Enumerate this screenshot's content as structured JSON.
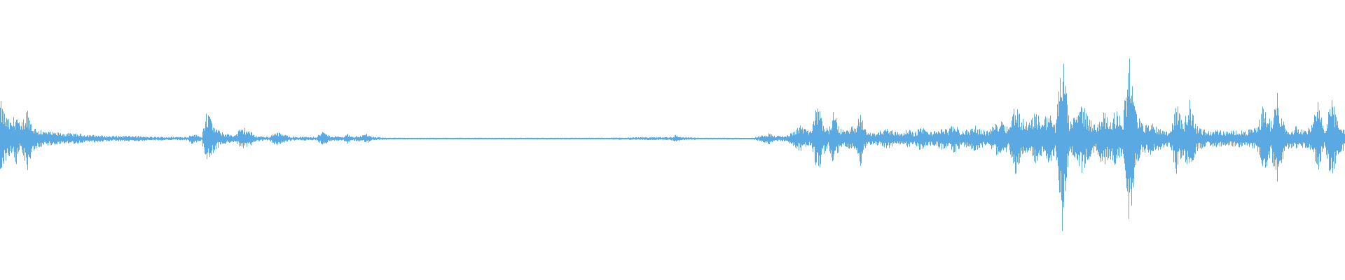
{
  "waveform": {
    "color": "#5aa9e3",
    "background": "#ffffff",
    "description_free": true,
    "amplitude_envelope": [
      [
        0.0,
        0.42
      ],
      [
        0.004,
        0.25
      ],
      [
        0.008,
        0.18
      ],
      [
        0.012,
        0.3
      ],
      [
        0.015,
        0.12
      ],
      [
        0.02,
        0.35
      ],
      [
        0.024,
        0.14
      ],
      [
        0.028,
        0.1
      ],
      [
        0.032,
        0.08
      ],
      [
        0.04,
        0.07
      ],
      [
        0.05,
        0.06
      ],
      [
        0.06,
        0.05
      ],
      [
        0.07,
        0.04
      ],
      [
        0.08,
        0.03
      ],
      [
        0.09,
        0.03
      ],
      [
        0.1,
        0.03
      ],
      [
        0.11,
        0.02
      ],
      [
        0.12,
        0.02
      ],
      [
        0.13,
        0.02
      ],
      [
        0.14,
        0.02
      ],
      [
        0.142,
        0.06
      ],
      [
        0.15,
        0.02
      ],
      [
        0.153,
        0.35
      ],
      [
        0.156,
        0.22
      ],
      [
        0.16,
        0.12
      ],
      [
        0.165,
        0.07
      ],
      [
        0.17,
        0.05
      ],
      [
        0.175,
        0.04
      ],
      [
        0.178,
        0.1
      ],
      [
        0.182,
        0.12
      ],
      [
        0.186,
        0.08
      ],
      [
        0.19,
        0.03
      ],
      [
        0.2,
        0.02
      ],
      [
        0.205,
        0.08
      ],
      [
        0.21,
        0.05
      ],
      [
        0.215,
        0.03
      ],
      [
        0.22,
        0.02
      ],
      [
        0.225,
        0.02
      ],
      [
        0.235,
        0.02
      ],
      [
        0.24,
        0.08
      ],
      [
        0.245,
        0.03
      ],
      [
        0.255,
        0.02
      ],
      [
        0.258,
        0.06
      ],
      [
        0.262,
        0.02
      ],
      [
        0.27,
        0.04
      ],
      [
        0.272,
        0.06
      ],
      [
        0.276,
        0.02
      ],
      [
        0.29,
        0.01
      ],
      [
        0.33,
        0.01
      ],
      [
        0.4,
        0.01
      ],
      [
        0.45,
        0.01
      ],
      [
        0.5,
        0.02
      ],
      [
        0.502,
        0.04
      ],
      [
        0.506,
        0.02
      ],
      [
        0.52,
        0.01
      ],
      [
        0.56,
        0.01
      ],
      [
        0.572,
        0.06
      ],
      [
        0.576,
        0.03
      ],
      [
        0.585,
        0.03
      ],
      [
        0.592,
        0.1
      ],
      [
        0.596,
        0.15
      ],
      [
        0.6,
        0.08
      ],
      [
        0.604,
        0.12
      ],
      [
        0.608,
        0.4
      ],
      [
        0.612,
        0.18
      ],
      [
        0.616,
        0.1
      ],
      [
        0.62,
        0.3
      ],
      [
        0.624,
        0.12
      ],
      [
        0.628,
        0.08
      ],
      [
        0.632,
        0.15
      ],
      [
        0.636,
        0.1
      ],
      [
        0.64,
        0.3
      ],
      [
        0.644,
        0.08
      ],
      [
        0.65,
        0.06
      ],
      [
        0.66,
        0.12
      ],
      [
        0.665,
        0.08
      ],
      [
        0.67,
        0.06
      ],
      [
        0.675,
        0.1
      ],
      [
        0.68,
        0.06
      ],
      [
        0.685,
        0.14
      ],
      [
        0.69,
        0.08
      ],
      [
        0.695,
        0.08
      ],
      [
        0.7,
        0.12
      ],
      [
        0.705,
        0.1
      ],
      [
        0.71,
        0.16
      ],
      [
        0.715,
        0.08
      ],
      [
        0.72,
        0.1
      ],
      [
        0.725,
        0.14
      ],
      [
        0.73,
        0.1
      ],
      [
        0.735,
        0.08
      ],
      [
        0.74,
        0.16
      ],
      [
        0.745,
        0.24
      ],
      [
        0.75,
        0.12
      ],
      [
        0.755,
        0.4
      ],
      [
        0.76,
        0.22
      ],
      [
        0.765,
        0.18
      ],
      [
        0.77,
        0.28
      ],
      [
        0.775,
        0.2
      ],
      [
        0.78,
        0.28
      ],
      [
        0.785,
        0.16
      ],
      [
        0.79,
        0.98
      ],
      [
        0.795,
        0.2
      ],
      [
        0.8,
        0.24
      ],
      [
        0.805,
        0.4
      ],
      [
        0.81,
        0.22
      ],
      [
        0.815,
        0.14
      ],
      [
        0.82,
        0.3
      ],
      [
        0.825,
        0.22
      ],
      [
        0.83,
        0.3
      ],
      [
        0.835,
        0.2
      ],
      [
        0.84,
        0.95
      ],
      [
        0.845,
        0.3
      ],
      [
        0.85,
        0.14
      ],
      [
        0.855,
        0.18
      ],
      [
        0.86,
        0.14
      ],
      [
        0.865,
        0.1
      ],
      [
        0.87,
        0.08
      ],
      [
        0.875,
        0.38
      ],
      [
        0.88,
        0.18
      ],
      [
        0.885,
        0.42
      ],
      [
        0.89,
        0.14
      ],
      [
        0.895,
        0.1
      ],
      [
        0.9,
        0.08
      ],
      [
        0.905,
        0.1
      ],
      [
        0.91,
        0.08
      ],
      [
        0.915,
        0.08
      ],
      [
        0.92,
        0.1
      ],
      [
        0.925,
        0.08
      ],
      [
        0.93,
        0.1
      ],
      [
        0.935,
        0.12
      ],
      [
        0.94,
        0.4
      ],
      [
        0.945,
        0.18
      ],
      [
        0.95,
        0.5
      ],
      [
        0.955,
        0.16
      ],
      [
        0.96,
        0.1
      ],
      [
        0.965,
        0.14
      ],
      [
        0.97,
        0.1
      ],
      [
        0.975,
        0.12
      ],
      [
        0.98,
        0.4
      ],
      [
        0.985,
        0.1
      ],
      [
        0.99,
        0.46
      ],
      [
        0.995,
        0.18
      ],
      [
        1.0,
        0.12
      ]
    ]
  }
}
